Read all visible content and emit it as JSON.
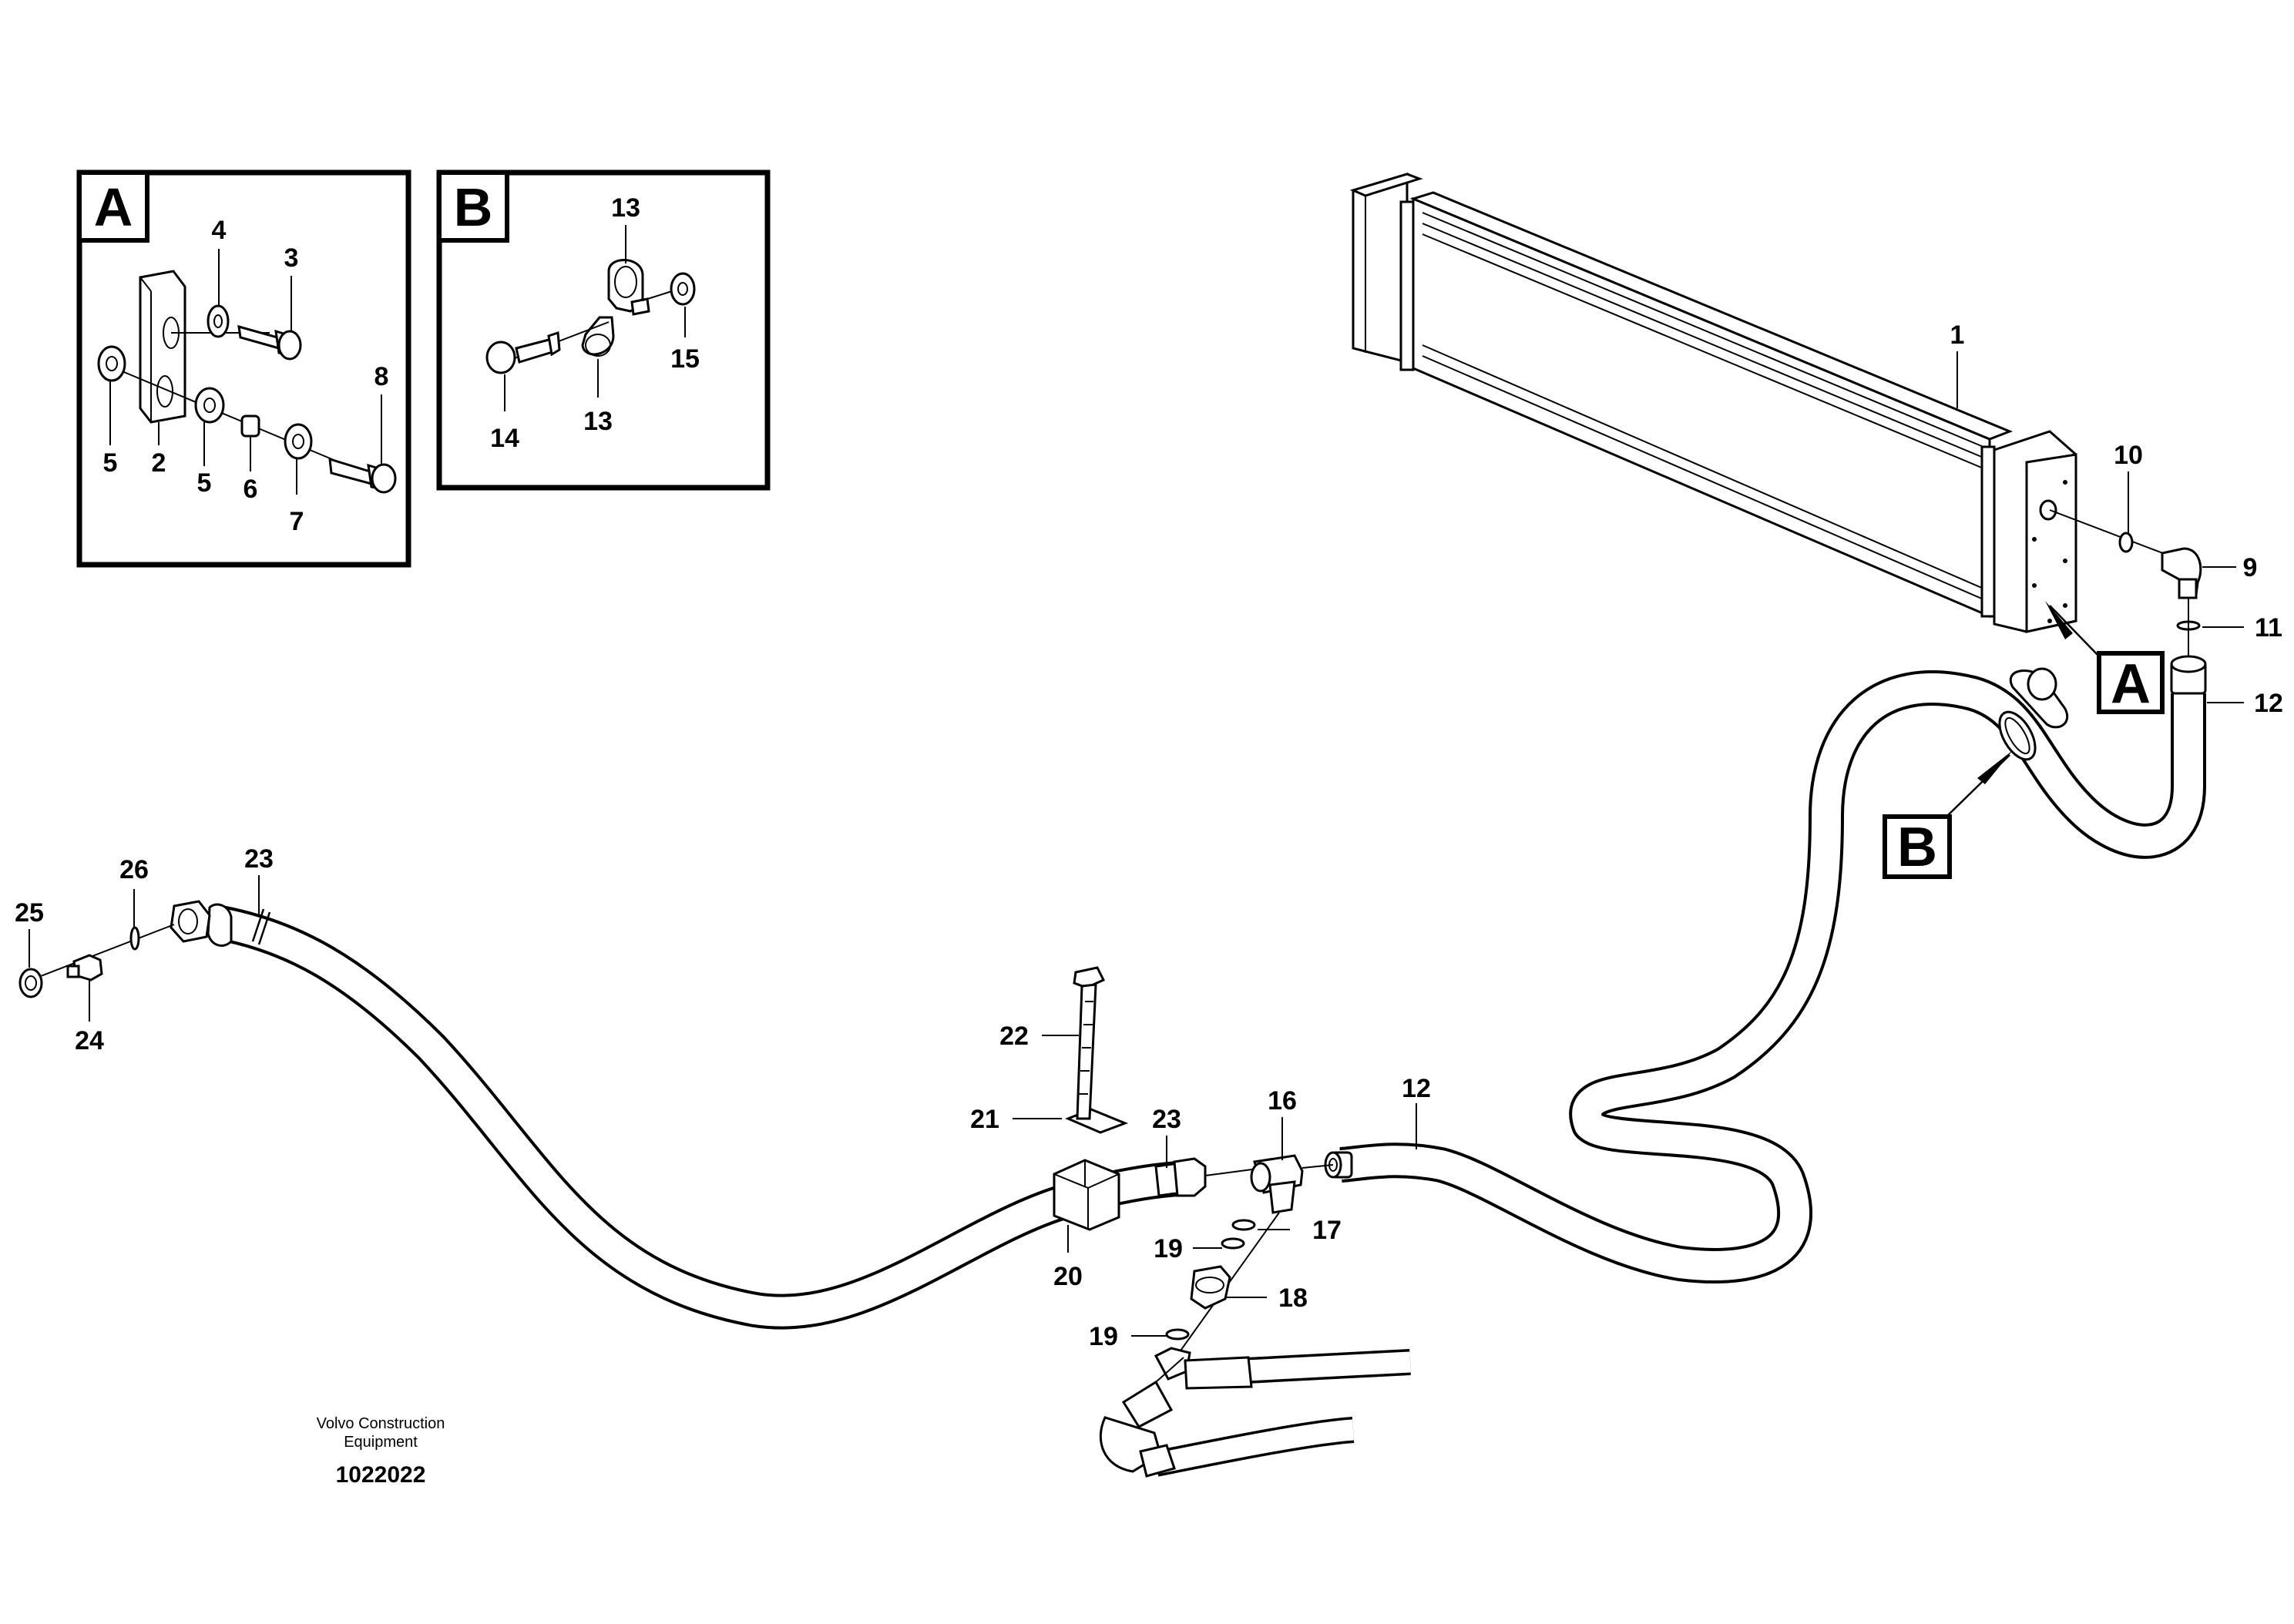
{
  "insets": {
    "a": {
      "letter": "A",
      "callouts": [
        "4",
        "3",
        "8",
        "5",
        "2",
        "5",
        "6",
        "7"
      ]
    },
    "b": {
      "letter": "B",
      "callouts": [
        "13",
        "15",
        "14",
        "13"
      ]
    }
  },
  "tags": {
    "a": "A",
    "b": "B"
  },
  "callouts": {
    "c1": "1",
    "c10": "10",
    "c9": "9",
    "c11": "11",
    "c12a": "12",
    "c12b": "12",
    "c23a": "23",
    "c26": "26",
    "c25": "25",
    "c24": "24",
    "c22": "22",
    "c21": "21",
    "c23b": "23",
    "c16": "16",
    "c17": "17",
    "c19a": "19",
    "c18": "18",
    "c19b": "19",
    "c20": "20"
  },
  "credit": {
    "line1": "Volvo Construction",
    "line2": "Equipment"
  },
  "doc_number": "1022022"
}
